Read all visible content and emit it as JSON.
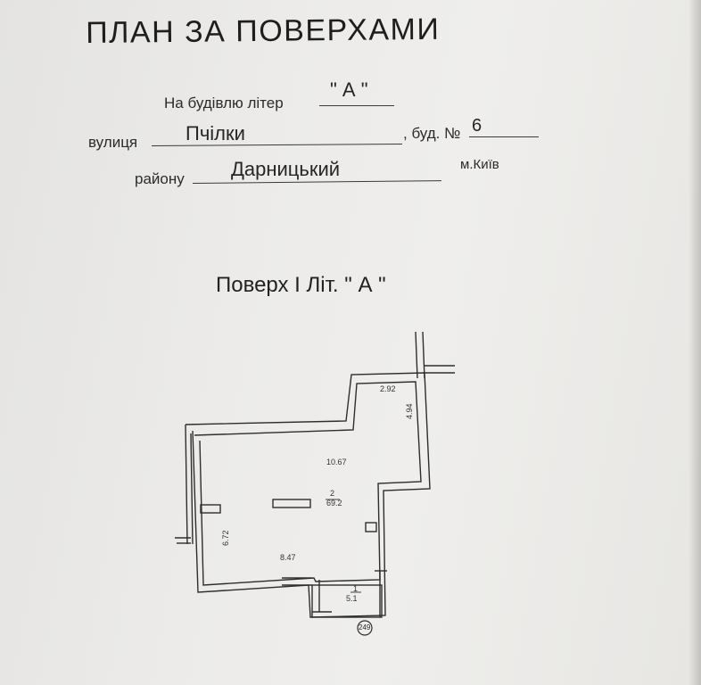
{
  "header": {
    "title": "ПЛАН ЗА ПОВЕРХАМИ"
  },
  "fields": {
    "building_label": "На будівлю літер",
    "building_value": "\" А \"",
    "street_label": "вулиця",
    "street_value": "Пчілки",
    "house_label": ", буд. №",
    "house_value": "6",
    "district_label": "району",
    "district_value": "Дарницький",
    "city": "м.Київ"
  },
  "floor": {
    "title": "Поверх I   Літ. \" А \""
  },
  "plan": {
    "dimensions": {
      "top_width": "2.92",
      "right_height": "4.94",
      "upper_width": "10.67",
      "left_height": "6.72",
      "bottom_width": "8.47"
    },
    "rooms": [
      {
        "number": "2",
        "area": "69.2"
      },
      {
        "number": "1",
        "area": "5.1"
      }
    ],
    "stamp": "249"
  }
}
